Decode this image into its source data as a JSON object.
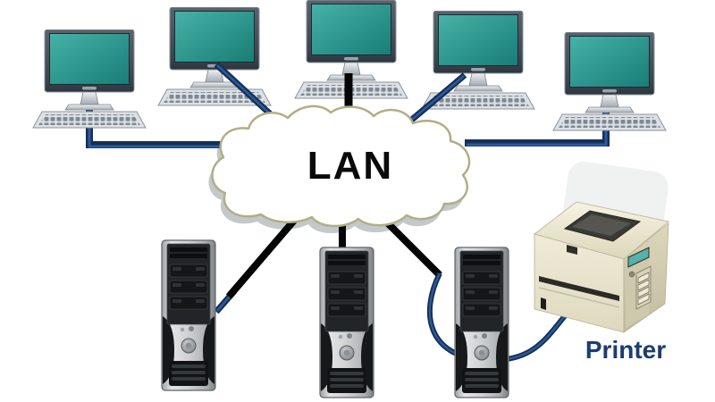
{
  "diagram": {
    "type": "local-area-network-diagram",
    "cloud": {
      "label": "LAN"
    },
    "printer": {
      "label": "Printer"
    },
    "nodes": {
      "workstations": [
        "workstation-1",
        "workstation-2",
        "workstation-3",
        "workstation-4",
        "workstation-5"
      ],
      "servers": [
        "server-1",
        "server-2",
        "server-3"
      ],
      "peripherals": [
        "printer"
      ]
    },
    "colors": {
      "cable_blue_outer": "#14305a",
      "cable_blue_core": "#2f5a95",
      "cable_black": "#050505",
      "cloud_fill": "#ffffff",
      "cloud_outline": "#b2ae85",
      "cloud_shadow": "#c3c8cb",
      "screen_teal": "#2a9c93",
      "printer_body": "#ece7d2",
      "printer_screen": "#58b0a8",
      "label_blue": "#1c3d6f"
    }
  }
}
